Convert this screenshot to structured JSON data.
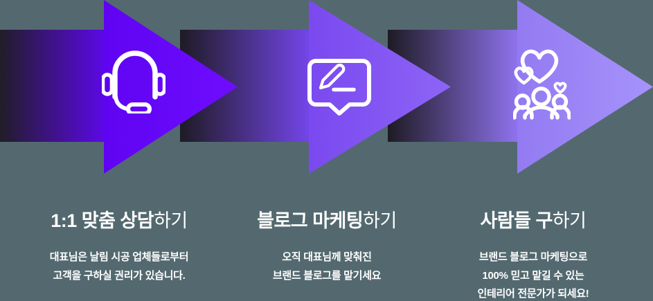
{
  "background_color": "#53696f",
  "text_color": "#ffffff",
  "icon_color": "#ffffff",
  "steps": [
    {
      "icon": "headset-icon",
      "title": {
        "strong": "1:1 맞춤 상담",
        "light": "하기"
      },
      "description": {
        "line1": "대표님은 날림 시공 업체들로부터",
        "line2": "고객을 구하실 권리가 있습니다."
      },
      "arrow_colors": {
        "tail_from": "#211d28",
        "tail_to": "#5c08e8",
        "head_from": "#5f04f2",
        "head_to": "#6f0cff"
      }
    },
    {
      "icon": "chat-bubble-pencil-icon",
      "title": {
        "strong": "블로그 마케팅",
        "light": "하기"
      },
      "description": {
        "line1": "오직 대표님께 맞춰진",
        "line2": "브랜드 블로그를 맡기세요"
      },
      "arrow_colors": {
        "tail_from": "#1e1b24",
        "tail_to": "#7446ea",
        "head_from": "#7a49f0",
        "head_to": "#8d64f6"
      }
    },
    {
      "icon": "people-hearts-icon",
      "title": {
        "strong": "사람들 구",
        "light": "하기"
      },
      "description": {
        "line1": "브랜드 블로그 마케팅으로",
        "line2": "100% 믿고 맡길 수 있는",
        "line3": "인테리어 전문가가 되세요!"
      },
      "arrow_colors": {
        "tail_from": "#1e1b24",
        "tail_to": "#8f73ee",
        "head_from": "#937af2",
        "head_to": "#a693fa"
      }
    }
  ]
}
